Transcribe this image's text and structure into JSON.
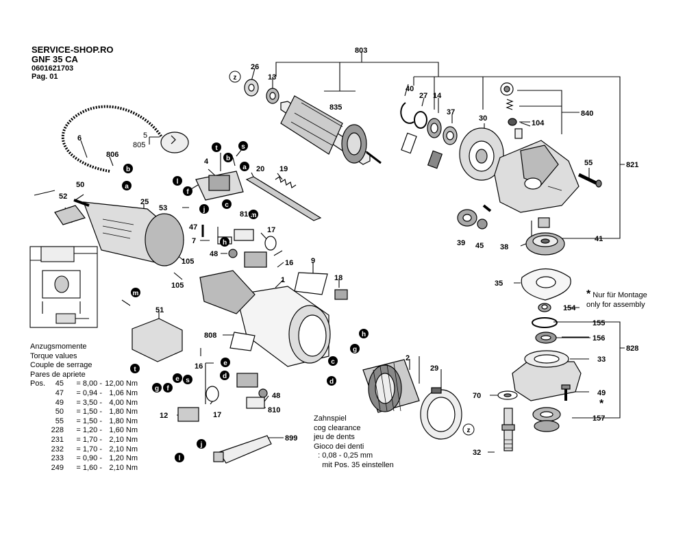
{
  "header": {
    "shop": "SERVICE-SHOP.RO",
    "model": "GNF 35 CA",
    "part_number": "0601621703",
    "page": "Pag. 01"
  },
  "torque": {
    "titles": [
      "Anzugsmomente",
      "Torque values",
      "Couple de serrage",
      "Pares de apriete"
    ],
    "prefix": "Pos.",
    "rows": [
      {
        "pos": "45",
        "min": "8,00",
        "max": "12,00 Nm"
      },
      {
        "pos": "47",
        "min": "0,94",
        "max": "1,06 Nm"
      },
      {
        "pos": "49",
        "min": "3,50",
        "max": "4,00 Nm"
      },
      {
        "pos": "50",
        "min": "1,50",
        "max": "1,80 Nm"
      },
      {
        "pos": "55",
        "min": "1,50",
        "max": "1,80 Nm"
      },
      {
        "pos": "228",
        "min": "1,20",
        "max": "1,60 Nm"
      },
      {
        "pos": "231",
        "min": "1,70",
        "max": "2,10 Nm"
      },
      {
        "pos": "232",
        "min": "1,70",
        "max": "2,10 Nm"
      },
      {
        "pos": "233",
        "min": "0,90",
        "max": "1,20 Nm"
      },
      {
        "pos": "249",
        "min": "1,60",
        "max": "2,10 Nm"
      }
    ]
  },
  "gear_note": {
    "lines": [
      "Zahnspiel",
      "cog clearance",
      "jeu de dents",
      "Gioco dei denti",
      "  : 0,08 - 0,25 mm",
      "    mit Pos. 35 einstellen"
    ]
  },
  "assembly_note": {
    "symbol": "*",
    "line1": "Nur für Montage",
    "line2": "only for assembly"
  },
  "labels": {
    "p803": "803",
    "p26": "26",
    "p13": "13",
    "p835": "835",
    "p40": "40",
    "p27": "27",
    "p14": "14",
    "p37": "37",
    "p30": "30",
    "p840": "840",
    "p104": "104",
    "p821": "821",
    "p55": "55",
    "p41": "41",
    "p39": "39",
    "p45": "45",
    "p38": "38",
    "p35": "35",
    "p154": "154",
    "p155": "155",
    "p156": "156",
    "p828": "828",
    "p33": "33",
    "p49": "49",
    "p157": "157",
    "p70": "70",
    "p32": "32",
    "p29": "29",
    "p2": "2",
    "p899": "899",
    "p810b": "810",
    "p48b": "48",
    "p17b": "17",
    "p16b": "16",
    "p12": "12",
    "p808": "808",
    "p51": "51",
    "p1": "1",
    "p9": "9",
    "p18": "18",
    "p810a": "810",
    "p47": "47",
    "p7": "7",
    "p48a": "48",
    "p17a": "17",
    "p16a": "16",
    "p53": "53",
    "p4": "4",
    "p20": "20",
    "p19": "19",
    "p25": "25",
    "p105a": "105",
    "p105b": "105",
    "p50": "50",
    "p52": "52",
    "p6": "6",
    "p806": "806",
    "p5": "5",
    "p805": "805",
    "star49": "*"
  },
  "letters": {
    "a": "a",
    "b": "b",
    "c": "c",
    "d": "d",
    "e": "e",
    "f": "f",
    "g": "g",
    "h": "h",
    "j": "j",
    "l": "l",
    "m": "m",
    "s": "s",
    "t": "t",
    "z": "z"
  }
}
